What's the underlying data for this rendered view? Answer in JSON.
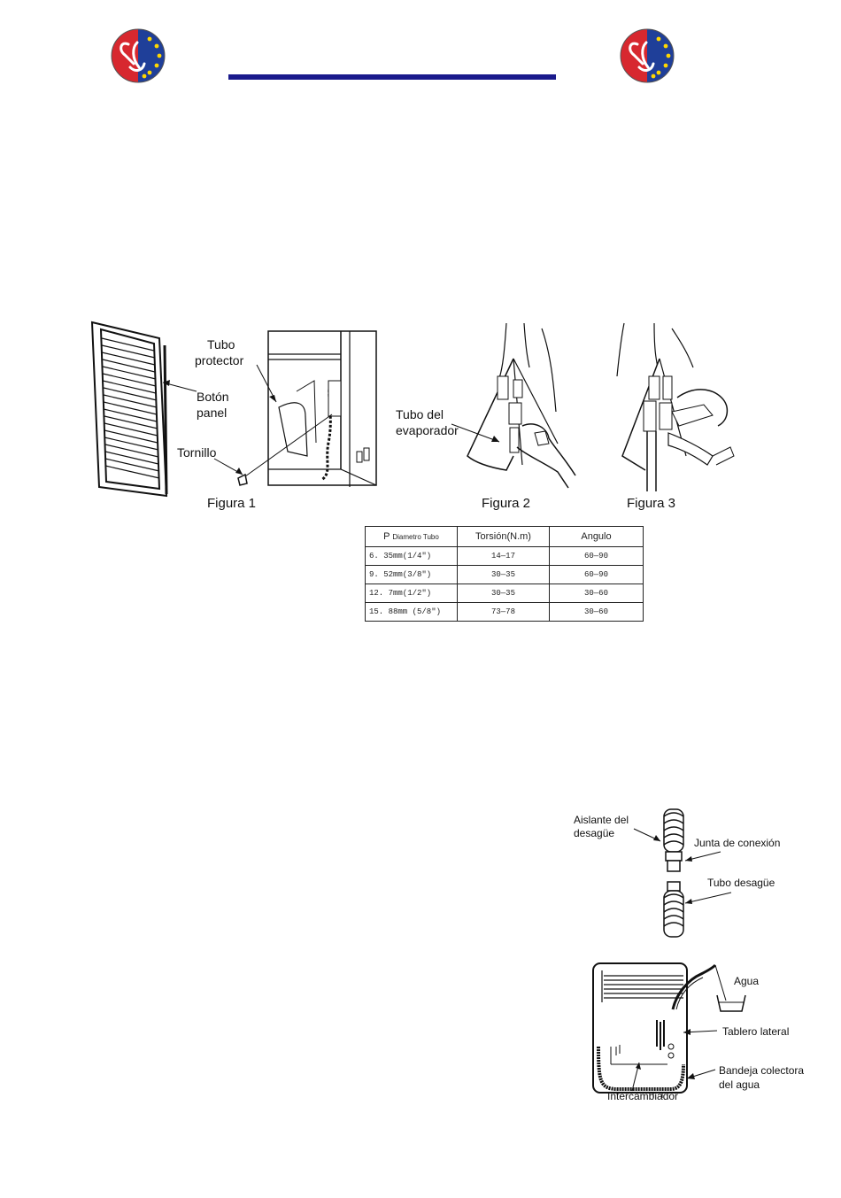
{
  "header": {
    "logo_left": "eu-heart-logo",
    "logo_right": "eu-heart-logo",
    "rule_color": "#1a1a8c"
  },
  "figure1": {
    "caption": "Figura 1",
    "labels": {
      "tubo_protector_1": "Tubo",
      "tubo_protector_2": "protector",
      "boton_panel_1": "Botón",
      "boton_panel_2": "panel",
      "tornillo": "Tornillo"
    }
  },
  "figure2": {
    "caption": "Figura 2",
    "labels": {
      "tubo_evap_1": "Tubo del",
      "tubo_evap_2": "evaporador"
    }
  },
  "figure3": {
    "caption": "Figura 3"
  },
  "torque_table": {
    "headers": {
      "col0_main": "P",
      "col0_sub": "Diametro Tubo",
      "col1": "Torsión(N.m)",
      "col2": "Angulo"
    },
    "rows": [
      [
        "6. 35mm(1/4\")",
        "14—17",
        "60—90"
      ],
      [
        "9. 52mm(3/8\")",
        "30—35",
        "60—90"
      ],
      [
        "12. 7mm(1/2\")",
        "30—35",
        "30—60"
      ],
      [
        "15. 88mm (5/8\")",
        "73—78",
        "30—60"
      ]
    ]
  },
  "drain_figure": {
    "labels": {
      "aislante_1": "Aislante del",
      "aislante_2": "desagüe",
      "junta": "Junta de conexión",
      "tubo_desague": "Tubo desagüe"
    }
  },
  "tray_figure": {
    "labels": {
      "agua": "Agua",
      "tablero": "Tablero lateral",
      "bandeja_1": "Bandeja colectora",
      "bandeja_2": "del agua",
      "intercambiador": "Intercambiador"
    }
  }
}
